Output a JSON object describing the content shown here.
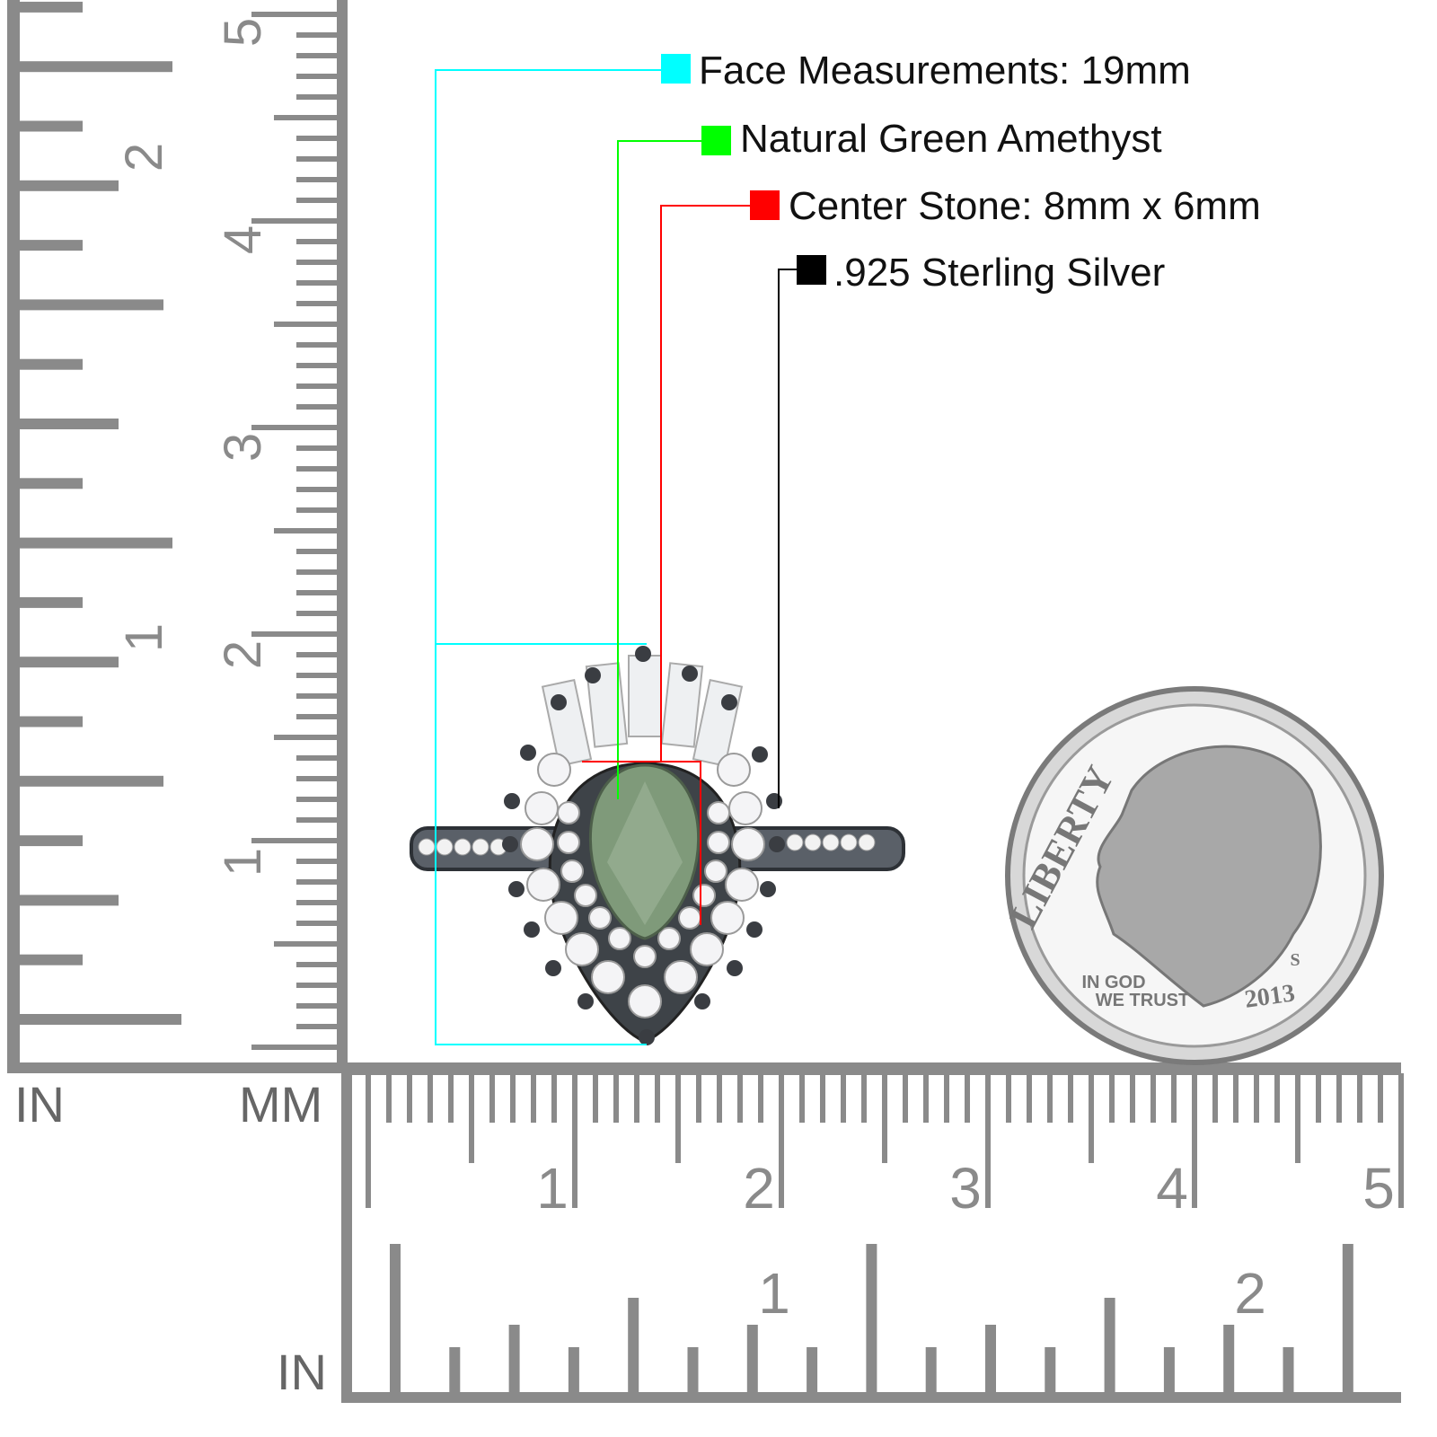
{
  "legend": [
    {
      "label": "Face Measurements: 19mm",
      "color": "#00ffff"
    },
    {
      "label": "Natural Green Amethyst",
      "color": "#00ff00"
    },
    {
      "label": "Center Stone: 8mm x 6mm",
      "color": "#ff0000"
    },
    {
      "label": ".925 Sterling Silver",
      "color": "#000000"
    }
  ],
  "rulers": {
    "left_unit": "IN",
    "mm_unit": "MM",
    "bottom_unit": "IN",
    "vertical_mm_labels": [
      "1",
      "2",
      "3",
      "4",
      "5"
    ],
    "vertical_in_labels": [
      "1",
      "2"
    ],
    "horizontal_mm_labels": [
      "1",
      "2",
      "3",
      "4",
      "5"
    ],
    "horizontal_in_labels": [
      "1",
      "2"
    ],
    "ruler_color": "#8a8a8a"
  },
  "coin": {
    "motto_top": "LIBERTY",
    "motto_line1": "IN GOD",
    "motto_line2": "WE TRUST",
    "year": "2013",
    "mint_mark": "S"
  },
  "colors": {
    "stone": "#7f9a7a",
    "metal": "#4a4f55"
  }
}
